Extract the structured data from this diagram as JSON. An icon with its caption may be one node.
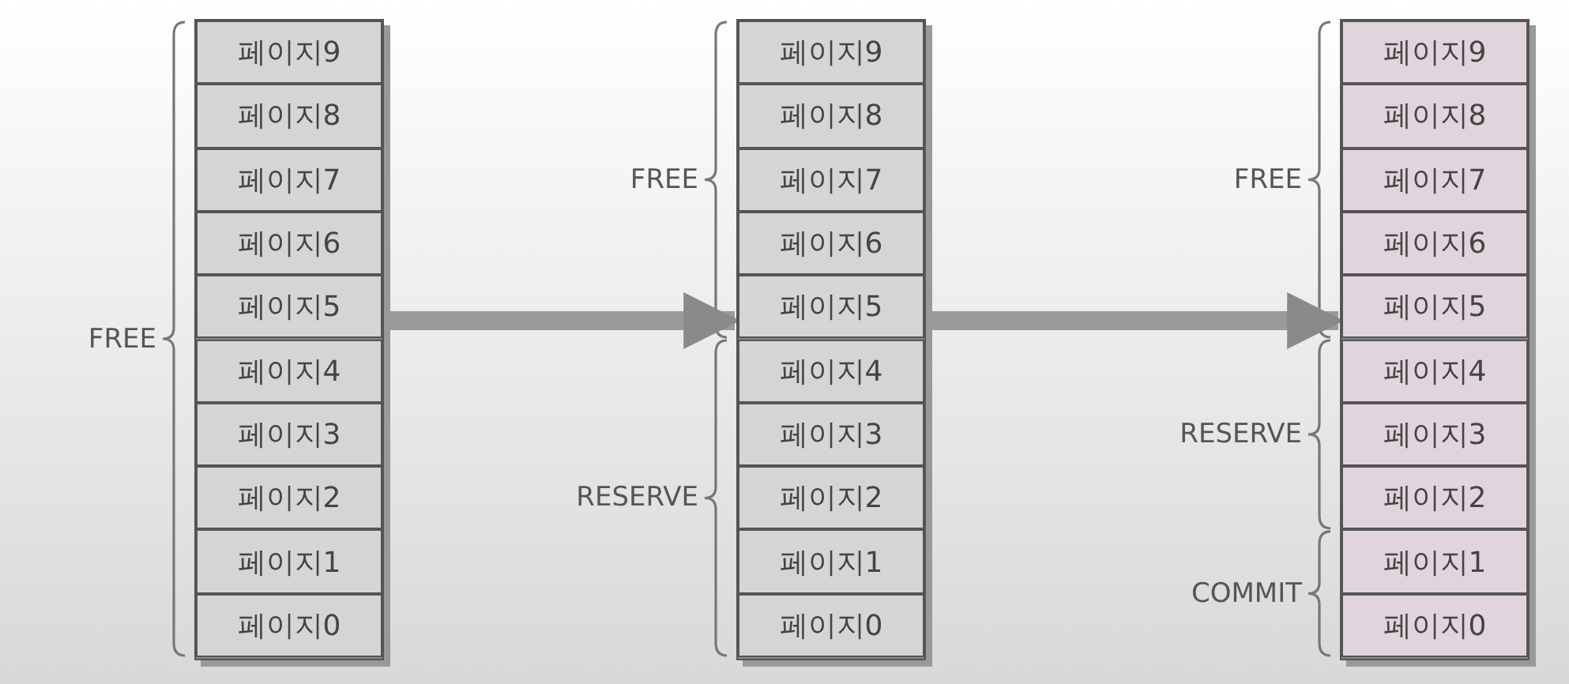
{
  "diagram": {
    "nodes": [
      {
        "text": [],
        "shape": "box"
      },
      {
        "text": [
          "페이지9"
        ],
        "in": 0
      },
      {
        "text": [
          "페이지8"
        ],
        "in": 0
      },
      {
        "text": [
          "페이지7"
        ],
        "in": 0
      },
      {
        "text": [
          "페이지6"
        ],
        "in": 0
      },
      {
        "text": [
          "페이지5"
        ],
        "in": 0
      },
      {
        "text": [
          "페이지4"
        ],
        "in": 0
      },
      {
        "text": [
          "페이지3"
        ],
        "in": 0
      },
      {
        "text": [
          "페이지2"
        ],
        "in": 0
      },
      {
        "text": [
          "페이지1"
        ],
        "in": 0
      },
      {
        "text": [
          "페이지0"
        ],
        "in": 0
      },
      {
        "text": [],
        "shape": "box"
      },
      {
        "text": [
          "페이지9"
        ],
        "in": 11
      },
      {
        "text": [
          "페이지8"
        ],
        "in": 11
      },
      {
        "text": [
          "페이지7"
        ],
        "in": 11
      },
      {
        "text": [
          "페이지6"
        ],
        "in": 11
      },
      {
        "text": [
          "페이지5"
        ],
        "in": 11
      },
      {
        "text": [
          "페이지4"
        ],
        "in": 11
      },
      {
        "text": [
          "페이지3"
        ],
        "in": 11
      },
      {
        "text": [
          "페이지2"
        ],
        "in": 11
      },
      {
        "text": [
          "페이지1"
        ],
        "in": 11
      },
      {
        "text": [
          "페이지0"
        ],
        "in": 11
      },
      {
        "text": [],
        "shape": "box"
      },
      {
        "text": [
          "페이지9"
        ],
        "in": 22
      },
      {
        "text": [
          "페이지8"
        ],
        "in": 22
      },
      {
        "text": [
          "페이지7"
        ],
        "in": 22
      },
      {
        "text": [
          "페이지6"
        ],
        "in": 22
      },
      {
        "text": [
          "페이지5"
        ],
        "in": 22
      },
      {
        "text": [
          "페이지4"
        ],
        "in": 22
      },
      {
        "text": [
          "페이지3"
        ],
        "in": 22
      },
      {
        "text": [
          "페이지2"
        ],
        "in": 22
      },
      {
        "text": [
          "페이지1"
        ],
        "in": 22
      },
      {
        "text": [
          "페이지0"
        ],
        "in": 22
      }
    ],
    "edges": [
      {
        "from": 0,
        "to": 11,
        "arrow": "to"
      },
      {
        "from": 11,
        "to": 22,
        "arrow": "to"
      }
    ],
    "labels": [
      "FREE",
      "FREE",
      "RESERVE",
      "FREE",
      "RESERVE",
      "COMMIT"
    ]
  }
}
